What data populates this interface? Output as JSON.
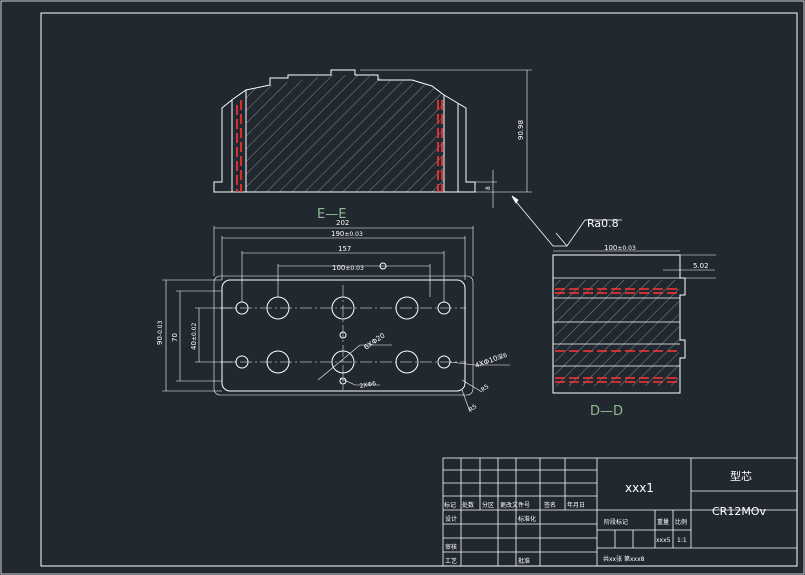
{
  "views": {
    "top_section_title": "E—E",
    "side_section_title": "D—D"
  },
  "roughness": "Ra0.8",
  "dimensions": {
    "height_top_view": "90.98",
    "step_top_view": "8",
    "width_overall": "202",
    "width_inner": "190",
    "width_inner_tol": "±0.03",
    "width_157": "157",
    "width_100": "100",
    "width_100_tol": "±0.03",
    "height_90": "90",
    "height_90_tol": "-0.03",
    "height_70": "70",
    "height_40": "40",
    "height_40_tol": "±0.02",
    "hole_6x20": "6XΦ20",
    "hole_4x10": "4XΦ10",
    "hole_4x10_suffix": "深6",
    "hole_2x": "2XΦ6",
    "radius_r5_a": "R5",
    "radius_r5_b": "R5",
    "side_width": "100",
    "side_width_tol": "±0.03",
    "side_offset": "5.02"
  },
  "title_block": {
    "row_labels": [
      "标记",
      "处数",
      "分区",
      "更改文件号",
      "签名",
      "年月日"
    ],
    "designer": "设计",
    "standardization": "标准化",
    "reviewer": "审核",
    "process": "工艺",
    "approval": "批准",
    "stage_mark": "阶段标记",
    "weight": "重量",
    "scale": "比例",
    "stage_value": "xxx5",
    "scale_value": "1:1",
    "sheet_info": "共xx张 第xxx8",
    "drawing_number": "xxx1",
    "part_name": "型芯",
    "material": "CR12MOv"
  }
}
